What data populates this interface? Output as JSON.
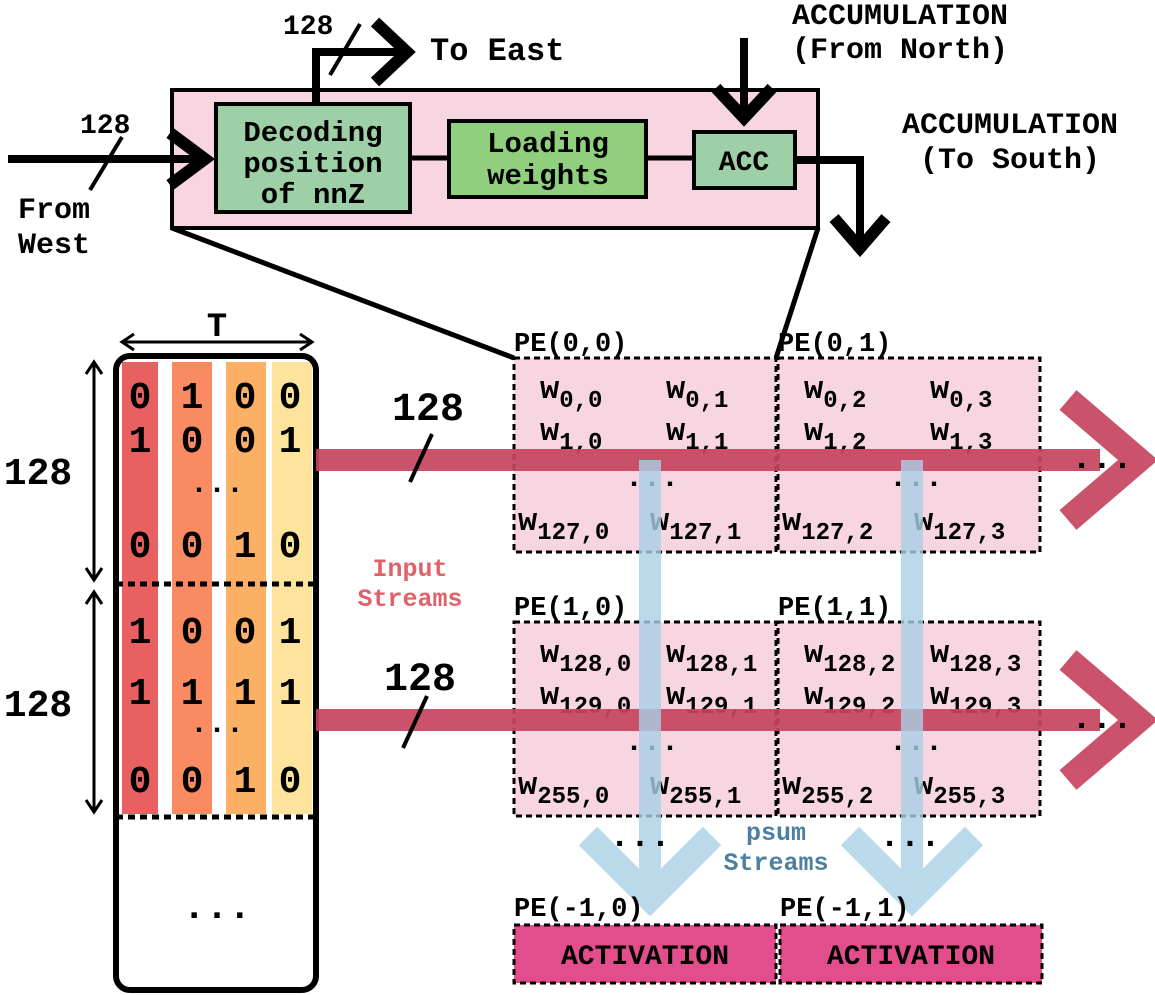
{
  "top_block": {
    "bus_west_width": "128",
    "bus_east_width": "128",
    "to_east": "To East",
    "from_west_line1": "From",
    "from_west_line2": "West",
    "accum_north_line1": "ACCUMULATION",
    "accum_north_line2": "(From North)",
    "accum_south_line1": "ACCUMULATION",
    "accum_south_line2": "(To South)",
    "decode_line1": "Decoding",
    "decode_line2": "position",
    "decode_line3": "of nnZ",
    "load_line1": "Loading",
    "load_line2": "weights",
    "acc": "ACC"
  },
  "matrix": {
    "t_label": "T",
    "block1_height": "128",
    "block2_height": "128",
    "block1_rows": [
      [
        "0",
        "1",
        "0",
        "0"
      ],
      [
        "1",
        "0",
        "0",
        "1"
      ],
      [
        "0",
        "0",
        "1",
        "0"
      ]
    ],
    "block2_rows": [
      [
        "1",
        "0",
        "0",
        "1"
      ],
      [
        "1",
        "1",
        "1",
        "1"
      ],
      [
        "0",
        "0",
        "1",
        "0"
      ]
    ],
    "dots": "...",
    "bottom_dots": "...",
    "column_colors": [
      "#e86060",
      "#fa8a62",
      "#fbb066",
      "#fde39c"
    ]
  },
  "streams": {
    "input_bus1": "128",
    "input_bus2": "128",
    "input_line1": "Input",
    "input_line2": "Streams",
    "psum_line1": "psum",
    "psum_line2": "Streams",
    "input_color": "#c7445f",
    "psum_color": "#a9d0e6"
  },
  "pes": [
    {
      "label": "PE(0,0)",
      "top_left": {
        "s": "w",
        "sub": "0,0"
      },
      "top_right": {
        "s": "w",
        "sub": "0,1"
      },
      "mid_left": {
        "s": "w",
        "sub": "1,0"
      },
      "mid_right": {
        "s": "w",
        "sub": "1,1"
      },
      "bot_left": {
        "s": "w",
        "sub": "127,0"
      },
      "bot_right": {
        "s": "w",
        "sub": "127,1"
      }
    },
    {
      "label": "PE(0,1)",
      "top_left": {
        "s": "w",
        "sub": "0,2"
      },
      "top_right": {
        "s": "w",
        "sub": "0,3"
      },
      "mid_left": {
        "s": "w",
        "sub": "1,2"
      },
      "mid_right": {
        "s": "w",
        "sub": "1,3"
      },
      "bot_left": {
        "s": "w",
        "sub": "127,2"
      },
      "bot_right": {
        "s": "w",
        "sub": "127,3"
      }
    },
    {
      "label": "PE(1,0)",
      "top_left": {
        "s": "w",
        "sub": "128,0"
      },
      "top_right": {
        "s": "w",
        "sub": "128,1"
      },
      "mid_left": {
        "s": "w",
        "sub": "129,0"
      },
      "mid_right": {
        "s": "w",
        "sub": "129,1"
      },
      "bot_left": {
        "s": "w",
        "sub": "255,0"
      },
      "bot_right": {
        "s": "w",
        "sub": "255,1"
      }
    },
    {
      "label": "PE(1,1)",
      "top_left": {
        "s": "w",
        "sub": "128,2"
      },
      "top_right": {
        "s": "w",
        "sub": "128,3"
      },
      "mid_left": {
        "s": "w",
        "sub": "129,2"
      },
      "mid_right": {
        "s": "w",
        "sub": "129,3"
      },
      "bot_left": {
        "s": "w",
        "sub": "255,2"
      },
      "bot_right": {
        "s": "w",
        "sub": "255,3"
      }
    }
  ],
  "pe_dots": "...",
  "row_end_dots": "...",
  "col_end_dots": "...",
  "activation": [
    {
      "label": "PE(-1,0)",
      "text": "ACTIVATION"
    },
    {
      "label": "PE(-1,1)",
      "text": "ACTIVATION"
    }
  ]
}
